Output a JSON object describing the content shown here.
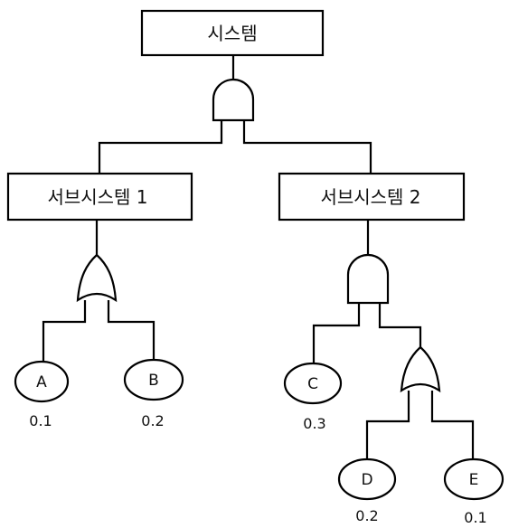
{
  "diagram": {
    "top_event": "시스템",
    "subsystems": [
      {
        "label": "서브시스템 1"
      },
      {
        "label": "서브시스템 2"
      }
    ],
    "events": [
      {
        "label": "A",
        "probability": "0.1"
      },
      {
        "label": "B",
        "probability": "0.2"
      },
      {
        "label": "C",
        "probability": "0.3"
      },
      {
        "label": "D",
        "probability": "0.2"
      },
      {
        "label": "E",
        "probability": "0.1"
      }
    ],
    "gates": [
      {
        "type": "AND"
      },
      {
        "type": "OR"
      },
      {
        "type": "AND"
      },
      {
        "type": "OR"
      }
    ]
  }
}
